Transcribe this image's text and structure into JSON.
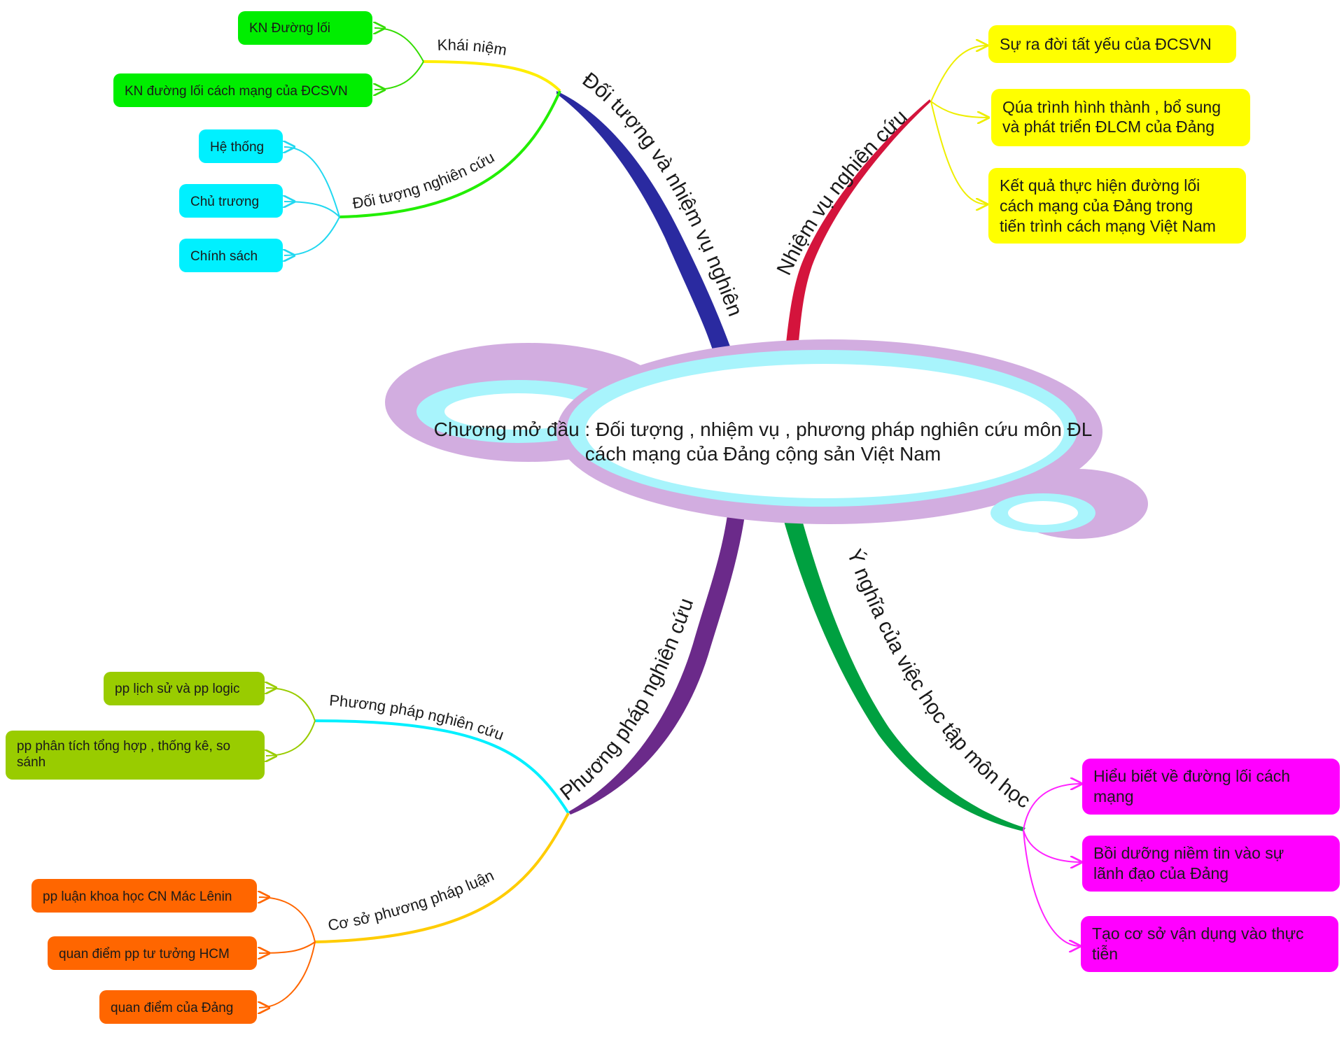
{
  "central": {
    "line1": "Chương mở đầu : Đối tượng , nhiệm vụ , phương pháp nghiên cứu môn ĐL",
    "line2": "cách mạng của Đảng cộng sản Việt Nam"
  },
  "branches": {
    "doi_tuong": {
      "label": "Đối tượng và nhiệm vụ nghiên",
      "color": "#2a2aa0",
      "sub": {
        "khai_niem": {
          "label": "Khái niệm",
          "color": "#ffee00",
          "leaves": [
            "KN Đường lối",
            "KN đường lối cách mạng của ĐCSVN"
          ],
          "leaf_color": "#00ee00"
        },
        "doi_tuong_nc": {
          "label": "Đối tượng nghiên cứu",
          "color": "#22ee00",
          "leaves": [
            "Hệ thống",
            "Chủ trương",
            "Chính sách"
          ],
          "leaf_color": "#00f0ff"
        }
      }
    },
    "nhiem_vu": {
      "label": "Nhiệm vụ nghiên cứu",
      "color": "#d4143c",
      "leaves": [
        [
          "Sự ra đời tất yếu của ĐCSVN"
        ],
        [
          "Qúa trình hình thành , bổ sung",
          "và phát triển ĐLCM của Đảng"
        ],
        [
          "Kết quả thực hiện đường lối",
          "cách mạng của Đảng trong",
          "tiến trình cách mạng Việt Nam"
        ]
      ],
      "leaf_color": "#ffff00"
    },
    "phuong_phap": {
      "label": "Phương pháp nghiên cứu",
      "color": "#6b2a8a",
      "sub": {
        "pp_nc": {
          "label": "Phương pháp nghiên cứu",
          "color": "#00f0ff",
          "leaves": [
            [
              "pp lịch sử và pp logic"
            ],
            [
              "pp phân tích tổng hợp , thống kê, so",
              "sánh"
            ]
          ],
          "leaf_color": "#99cc00"
        },
        "co_so": {
          "label": "Cơ sở phương pháp luận",
          "color": "#ffcc00",
          "leaves": [
            "pp luận khoa học CN Mác Lênin",
            "quan điểm pp tư tưởng HCM",
            "quan điểm của Đảng"
          ],
          "leaf_color": "#ff6600"
        }
      }
    },
    "y_nghia": {
      "label": "Ý nghĩa của việc học tập môn học",
      "color": "#00a040",
      "leaves": [
        [
          "Hiểu biết về đường lối cách",
          "mạng"
        ],
        [
          "Bồi dưỡng niềm tin vào sự",
          "lãnh đạo của Đảng"
        ],
        [
          "Tạo cơ sở vận dụng vào thực",
          "tiễn"
        ]
      ],
      "leaf_color": "#ff00ff"
    }
  }
}
